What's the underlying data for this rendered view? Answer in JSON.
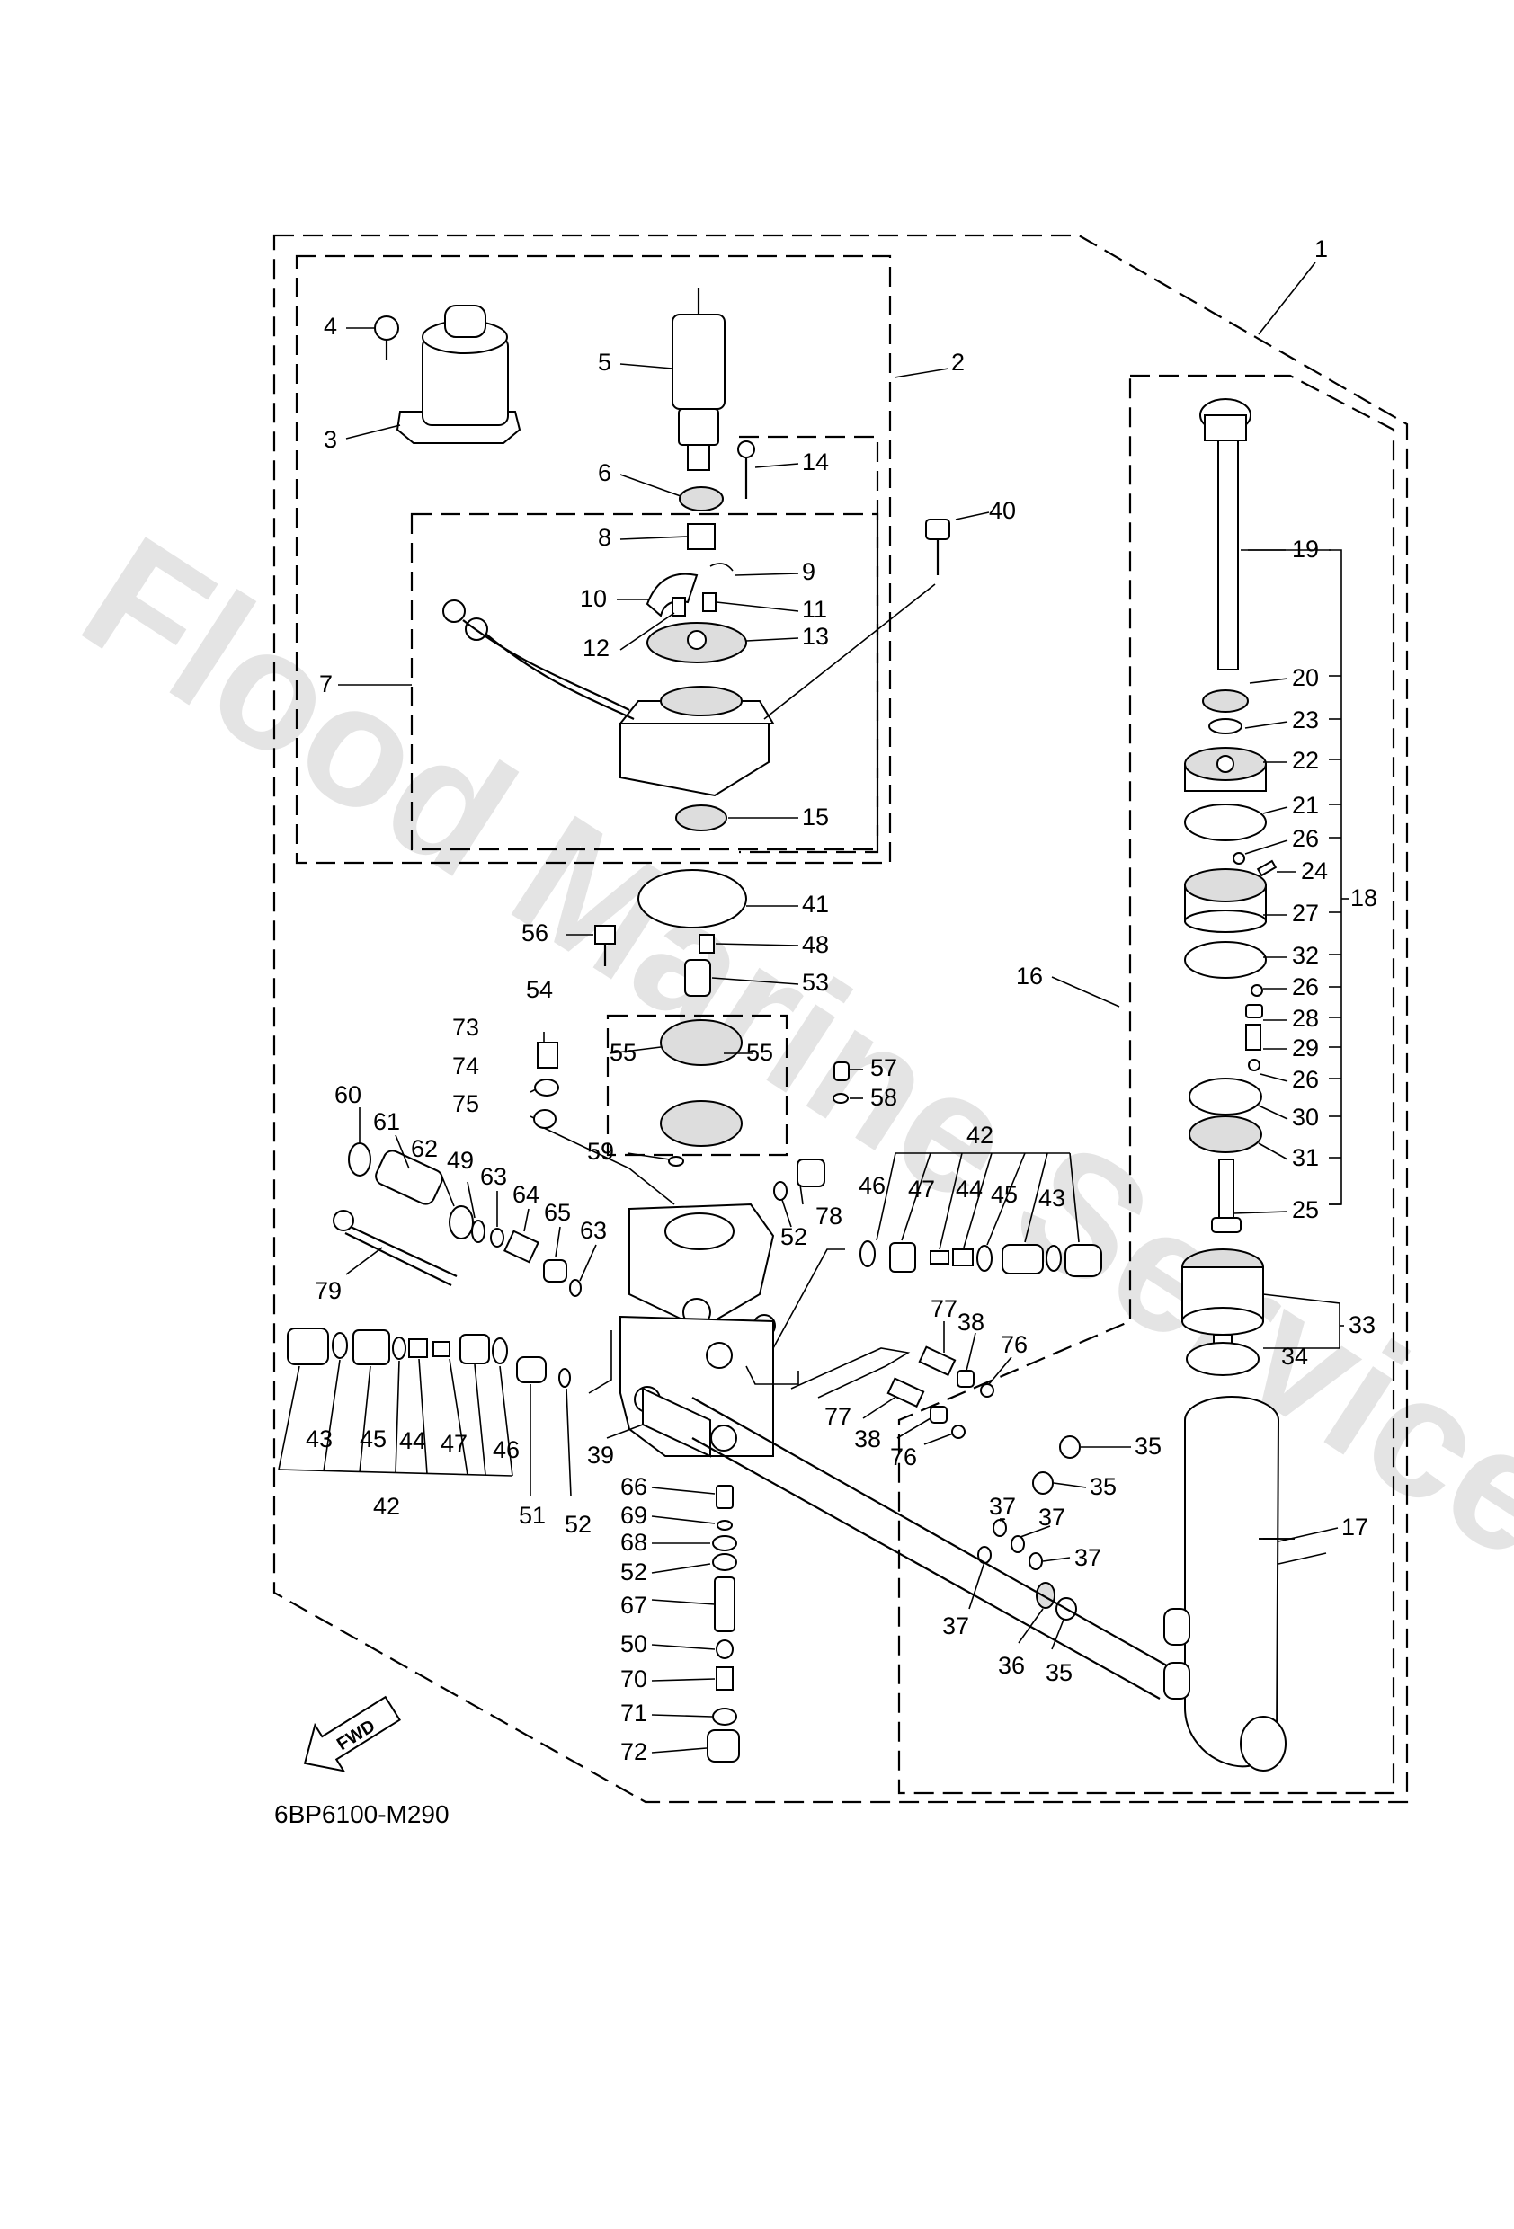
{
  "diagram_code": "6BP6100-M290",
  "watermark": "Flood Marine Services",
  "direction_label": "FWD",
  "icons": {
    "direction": "fwd-arrow-icon"
  },
  "callouts": [
    {
      "id": "c1",
      "text": "1"
    },
    {
      "id": "c2",
      "text": "2"
    },
    {
      "id": "c3",
      "text": "3"
    },
    {
      "id": "c4",
      "text": "4"
    },
    {
      "id": "c5",
      "text": "5"
    },
    {
      "id": "c6",
      "text": "6"
    },
    {
      "id": "c7",
      "text": "7"
    },
    {
      "id": "c8",
      "text": "8"
    },
    {
      "id": "c9",
      "text": "9"
    },
    {
      "id": "c10",
      "text": "10"
    },
    {
      "id": "c11",
      "text": "11"
    },
    {
      "id": "c12",
      "text": "12"
    },
    {
      "id": "c13",
      "text": "13"
    },
    {
      "id": "c14",
      "text": "14"
    },
    {
      "id": "c15",
      "text": "15"
    },
    {
      "id": "c16",
      "text": "16"
    },
    {
      "id": "c17",
      "text": "17"
    },
    {
      "id": "c18",
      "text": "18"
    },
    {
      "id": "c19",
      "text": "19"
    },
    {
      "id": "c20",
      "text": "20"
    },
    {
      "id": "c21",
      "text": "21"
    },
    {
      "id": "c22",
      "text": "22"
    },
    {
      "id": "c23",
      "text": "23"
    },
    {
      "id": "c24",
      "text": "24"
    },
    {
      "id": "c25",
      "text": "25"
    },
    {
      "id": "c26a",
      "text": "26"
    },
    {
      "id": "c26b",
      "text": "26"
    },
    {
      "id": "c26c",
      "text": "26"
    },
    {
      "id": "c27",
      "text": "27"
    },
    {
      "id": "c28",
      "text": "28"
    },
    {
      "id": "c29",
      "text": "29"
    },
    {
      "id": "c30",
      "text": "30"
    },
    {
      "id": "c31",
      "text": "31"
    },
    {
      "id": "c32",
      "text": "32"
    },
    {
      "id": "c33",
      "text": "33"
    },
    {
      "id": "c34",
      "text": "34"
    },
    {
      "id": "c35a",
      "text": "35"
    },
    {
      "id": "c35b",
      "text": "35"
    },
    {
      "id": "c35c",
      "text": "35"
    },
    {
      "id": "c36",
      "text": "36"
    },
    {
      "id": "c37a",
      "text": "37"
    },
    {
      "id": "c37b",
      "text": "37"
    },
    {
      "id": "c37c",
      "text": "37"
    },
    {
      "id": "c37d",
      "text": "37"
    },
    {
      "id": "c38a",
      "text": "38"
    },
    {
      "id": "c38b",
      "text": "38"
    },
    {
      "id": "c39",
      "text": "39"
    },
    {
      "id": "c40",
      "text": "40"
    },
    {
      "id": "c41",
      "text": "41"
    },
    {
      "id": "c42a",
      "text": "42"
    },
    {
      "id": "c42b",
      "text": "42"
    },
    {
      "id": "c43a",
      "text": "43"
    },
    {
      "id": "c43b",
      "text": "43"
    },
    {
      "id": "c44a",
      "text": "44"
    },
    {
      "id": "c44b",
      "text": "44"
    },
    {
      "id": "c45a",
      "text": "45"
    },
    {
      "id": "c45b",
      "text": "45"
    },
    {
      "id": "c46a",
      "text": "46"
    },
    {
      "id": "c46b",
      "text": "46"
    },
    {
      "id": "c47a",
      "text": "47"
    },
    {
      "id": "c47b",
      "text": "47"
    },
    {
      "id": "c48",
      "text": "48"
    },
    {
      "id": "c49",
      "text": "49"
    },
    {
      "id": "c50",
      "text": "50"
    },
    {
      "id": "c51",
      "text": "51"
    },
    {
      "id": "c52a",
      "text": "52"
    },
    {
      "id": "c52b",
      "text": "52"
    },
    {
      "id": "c52c",
      "text": "52"
    },
    {
      "id": "c53",
      "text": "53"
    },
    {
      "id": "c54",
      "text": "54"
    },
    {
      "id": "c55a",
      "text": "55"
    },
    {
      "id": "c55b",
      "text": "55"
    },
    {
      "id": "c56",
      "text": "56"
    },
    {
      "id": "c57",
      "text": "57"
    },
    {
      "id": "c58",
      "text": "58"
    },
    {
      "id": "c59",
      "text": "59"
    },
    {
      "id": "c60",
      "text": "60"
    },
    {
      "id": "c61",
      "text": "61"
    },
    {
      "id": "c62",
      "text": "62"
    },
    {
      "id": "c63a",
      "text": "63"
    },
    {
      "id": "c63b",
      "text": "63"
    },
    {
      "id": "c64",
      "text": "64"
    },
    {
      "id": "c65",
      "text": "65"
    },
    {
      "id": "c66",
      "text": "66"
    },
    {
      "id": "c67",
      "text": "67"
    },
    {
      "id": "c68",
      "text": "68"
    },
    {
      "id": "c69",
      "text": "69"
    },
    {
      "id": "c70",
      "text": "70"
    },
    {
      "id": "c71",
      "text": "71"
    },
    {
      "id": "c72",
      "text": "72"
    },
    {
      "id": "c73",
      "text": "73"
    },
    {
      "id": "c74",
      "text": "74"
    },
    {
      "id": "c75",
      "text": "75"
    },
    {
      "id": "c76a",
      "text": "76"
    },
    {
      "id": "c76b",
      "text": "76"
    },
    {
      "id": "c77a",
      "text": "77"
    },
    {
      "id": "c77b",
      "text": "77"
    },
    {
      "id": "c78",
      "text": "78"
    },
    {
      "id": "c79",
      "text": "79"
    }
  ]
}
